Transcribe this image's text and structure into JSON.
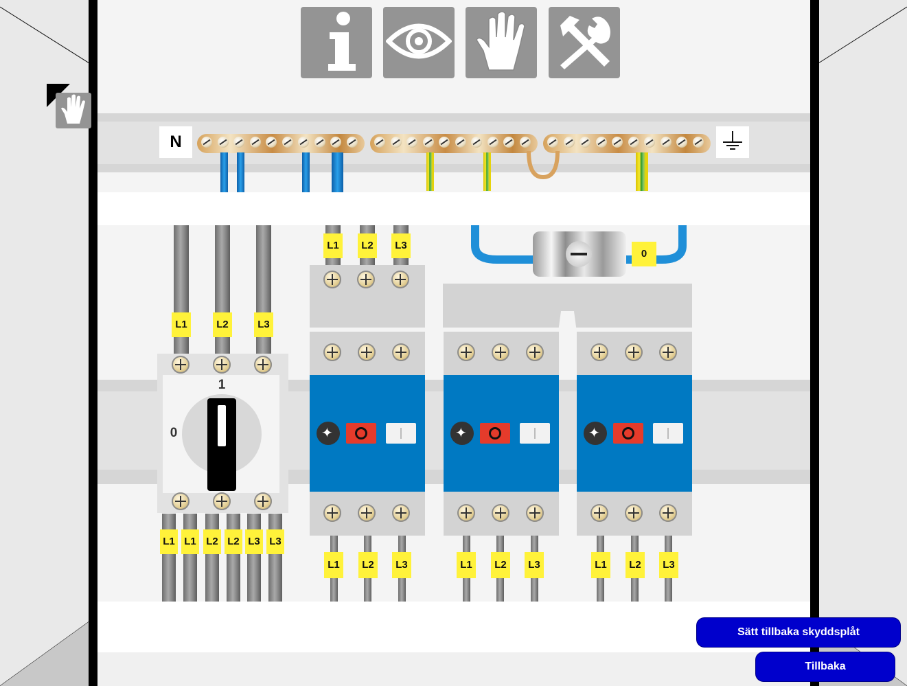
{
  "toolbar": {
    "buttons": [
      {
        "id": "info",
        "icon": "info-icon"
      },
      {
        "id": "inspect",
        "icon": "eye-icon"
      },
      {
        "id": "hand",
        "icon": "hand-icon"
      },
      {
        "id": "tools",
        "icon": "tools-icon"
      }
    ]
  },
  "active_tool_indicator": {
    "icon": "hand-icon"
  },
  "terminal_labels": {
    "neutral": "N",
    "ground_icon": "ground-icon"
  },
  "main_switch": {
    "on_label": "1",
    "off_label": "0"
  },
  "wire_labels": {
    "switch_inputs": [
      "L1",
      "L2",
      "L3"
    ],
    "switch_outputs": [
      "L1",
      "L1",
      "L2",
      "L2",
      "L3",
      "L3"
    ],
    "breaker1_inputs": [
      "L1",
      "L2",
      "L3"
    ],
    "breaker1_outputs": [
      "L1",
      "L2",
      "L3"
    ],
    "breaker2_outputs": [
      "L1",
      "L2",
      "L3"
    ],
    "breaker3_outputs": [
      "L1",
      "L2",
      "L3"
    ],
    "neutral_link": "0"
  },
  "actions": {
    "replace_cover": "Sätt tillbaka skyddsplåt",
    "back": "Tillbaka"
  },
  "colors": {
    "tool_button": "#949494",
    "breaker_blue": "#0079c2",
    "action_button": "#0000cc",
    "label_yellow": "#fff23a"
  }
}
